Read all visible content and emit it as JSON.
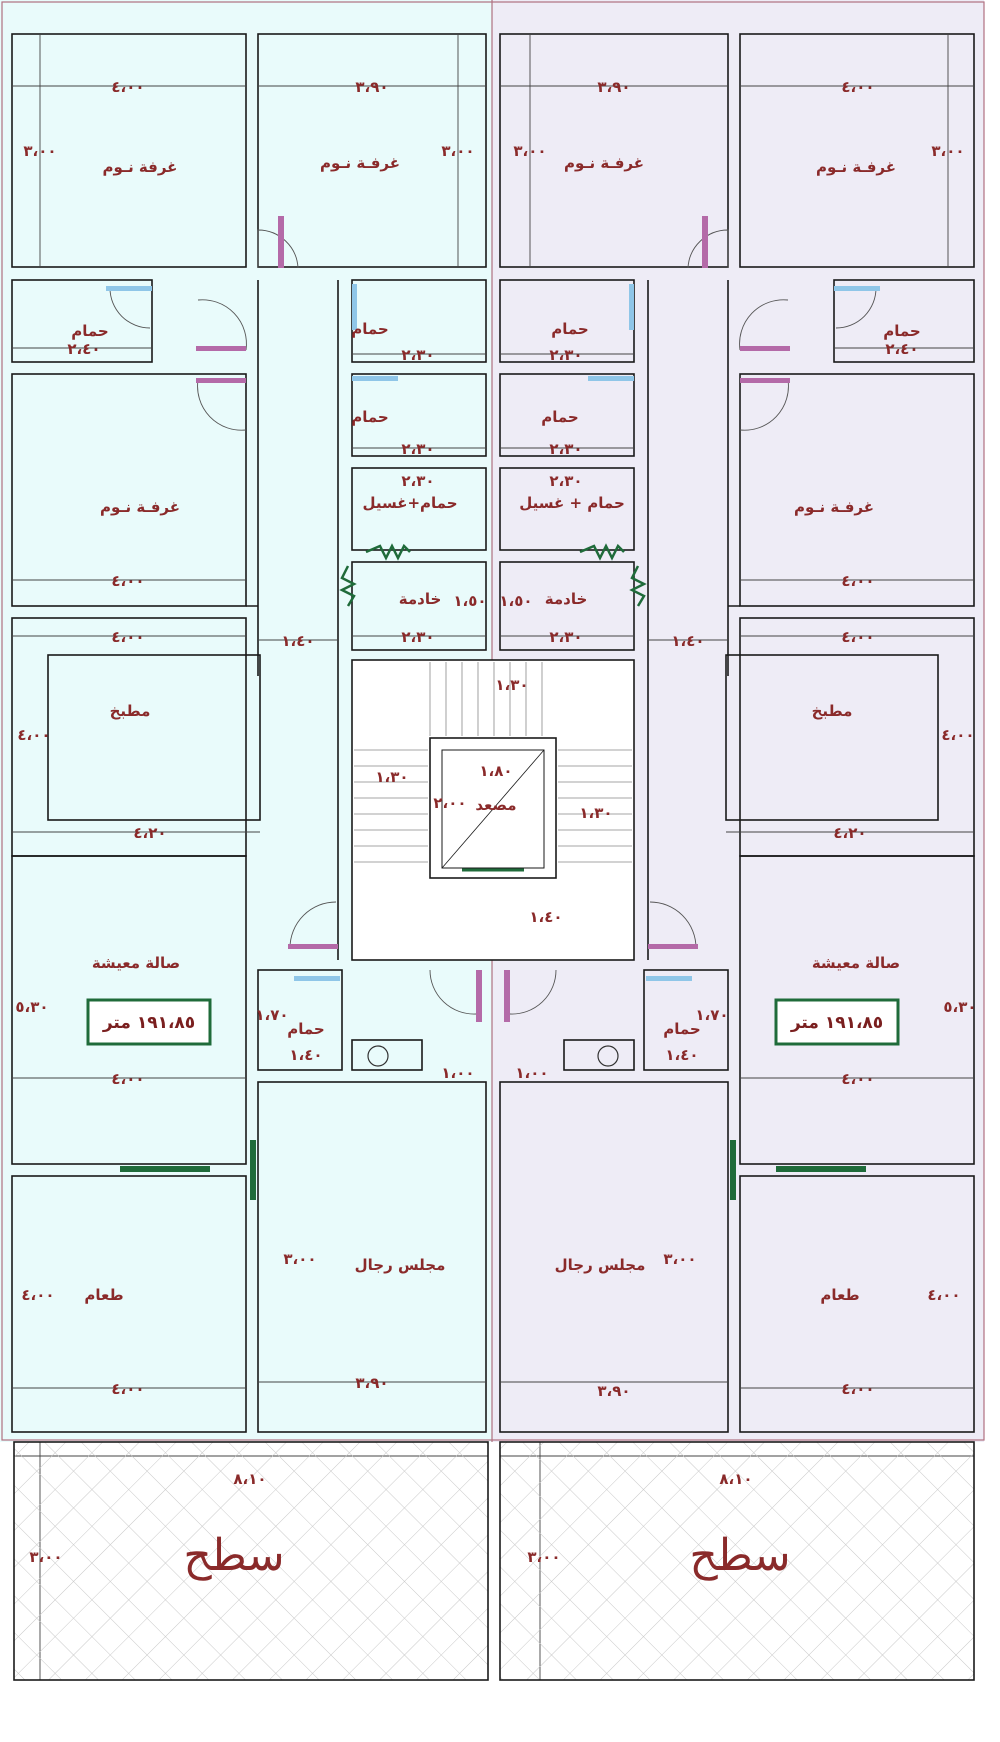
{
  "plan": {
    "rooms_left": {
      "bedroom_1": "غرفة نـوم",
      "bedroom_2": "غرفـة نـوم",
      "bedroom_3": "غرفـة نـوم",
      "bath_1": "حمام",
      "bath_2": "حمام",
      "bath_3": "حمام",
      "bath_laundry": "حمام+غسيل",
      "maid": "خادمة",
      "kitchen": "مطبخ",
      "living": "صالة معيشة",
      "bath_4": "حمام",
      "dining": "طعام",
      "majlis": "مجلس رجال",
      "roof": "سطح"
    },
    "rooms_right": {
      "bedroom_1": "غرفـة نـوم",
      "bedroom_2": "غرفـة نـوم",
      "bedroom_3": "غرفـة نـوم",
      "bath_1": "حمام",
      "bath_2": "حمام",
      "bath_3": "حمام",
      "bath_laundry": "حمام + غسيل",
      "maid": "خادمة",
      "kitchen": "مطبخ",
      "living": "صالة معيشة",
      "bath_4": "حمام",
      "dining": "طعام",
      "majlis": "مجلس رجال",
      "roof": "سطح"
    },
    "elevator": "مصعد",
    "area_left": "١٩١،٨٥ متر",
    "area_right": "١٩١،٨٥ متر",
    "dims": {
      "d400": "٤،٠٠",
      "d390": "٣،٩٠",
      "d300": "٣،٠٠",
      "d240": "٢،٤٠",
      "d230": "٢،٣٠",
      "d140": "١،٤٠",
      "d130": "١،٣٠",
      "d150": "١،٥٠",
      "d170": "١،٧٠",
      "d180": "١،٨٠",
      "d200": "٢،٠٠",
      "d100": "١،٠٠",
      "d420": "٤،٢٠",
      "d530": "٥،٣٠",
      "d810": "٨،١٠",
      "d400v": "٤،٠٠"
    }
  },
  "colors": {
    "left_fill": "#e9fbfb",
    "right_fill": "#eeecf6",
    "label": "#8a2a2a",
    "area_box": "#1f6b3a",
    "roof_hatch": "#c9c9c9"
  }
}
